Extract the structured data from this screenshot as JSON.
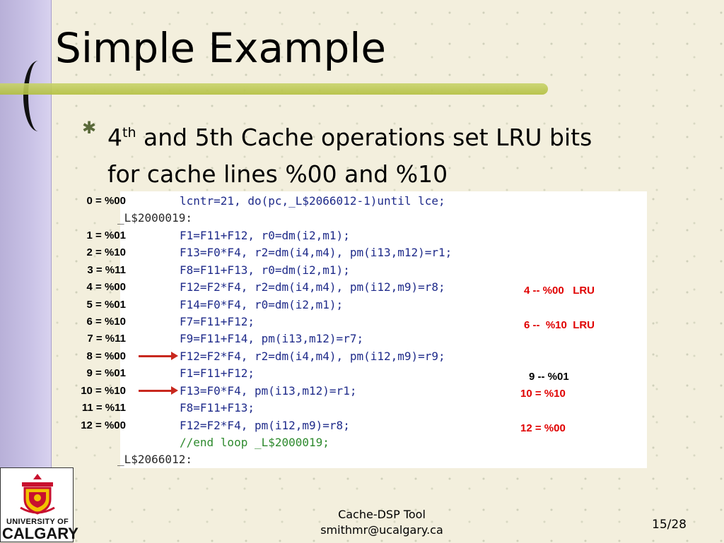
{
  "slide": {
    "title": "Simple Example",
    "bullet": {
      "num": "4",
      "sup": "th",
      "line1_rest": " and 5th Cache operations set LRU bits",
      "line2": "for cache lines %00 and %10"
    }
  },
  "code": [
    {
      "text": "lcntr=21, do(pc,_L$2066012-1)until lce;",
      "kind": "code"
    },
    {
      "text": "_L$2000019:",
      "kind": "label"
    },
    {
      "text": "F1=F11+F12, r0=dm(i2,m1);",
      "kind": "code"
    },
    {
      "text": "F13=F0*F4, r2=dm(i4,m4), pm(i13,m12)=r1;",
      "kind": "code"
    },
    {
      "text": "F8=F11+F13, r0=dm(i2,m1);",
      "kind": "code"
    },
    {
      "text": "F12=F2*F4, r2=dm(i4,m4), pm(i12,m9)=r8;",
      "kind": "code"
    },
    {
      "text": "F14=F0*F4, r0=dm(i2,m1);",
      "kind": "code"
    },
    {
      "text": "F7=F11+F12;",
      "kind": "code"
    },
    {
      "text": "F9=F11+F14, pm(i13,m12)=r7;",
      "kind": "code"
    },
    {
      "text": "F12=F2*F4, r2=dm(i4,m4), pm(i12,m9)=r9;",
      "kind": "code"
    },
    {
      "text": "F1=F11+F12;",
      "kind": "code"
    },
    {
      "text": "F13=F0*F4, pm(i13,m12)=r1;",
      "kind": "code"
    },
    {
      "text": "F8=F11+F13;",
      "kind": "code"
    },
    {
      "text": "F12=F2*F4, pm(i12,m9)=r8;",
      "kind": "code"
    },
    {
      "text": "//end loop _L$2000019;",
      "kind": "comment"
    },
    {
      "text": "_L$2066012:",
      "kind": "label"
    }
  ],
  "indices": [
    "0 = %00",
    "1 = %01",
    "2 = %10",
    "3 = %11",
    "4 = %00",
    "5 = %01",
    "6 = %10",
    "7 = %11",
    "8 = %00",
    "9 = %01",
    "10 = %10",
    "11 = %11",
    "12 = %00"
  ],
  "notes": {
    "lru1": "4 -- %00   LRU",
    "lru2": "6 --  %10  LRU",
    "n9": "9 -- %01",
    "n10": "10 = %10",
    "n12": "12 = %00"
  },
  "logo": {
    "line1": "UNIVERSITY OF",
    "line2": "CALGARY"
  },
  "footer": {
    "tool": "Cache-DSP Tool",
    "email": "smithmr@ucalgary.ca",
    "page": "15/28"
  },
  "colors": {
    "code": "#1f2b8a",
    "comment": "#2e8a2e",
    "accent_red": "#e00000",
    "title_bar": "#b2bf3e",
    "left_bar": "#c9c2e6"
  }
}
